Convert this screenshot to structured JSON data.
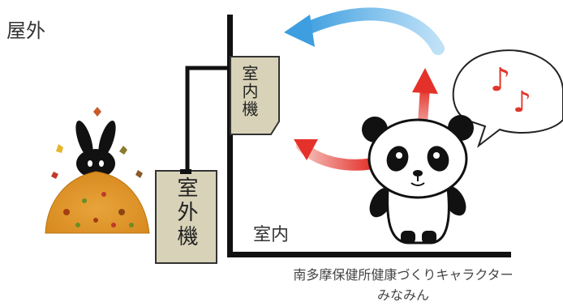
{
  "labels": {
    "outdoor": "屋外",
    "indoor": "室内",
    "indoor_unit": "室内機",
    "outdoor_unit": "室外機",
    "caption_line1": "南多摩保健所健康づくりキャラクター",
    "caption_line2": "みなみん"
  },
  "speech_bubble": {
    "notes": [
      "♪",
      "♪"
    ]
  },
  "colors": {
    "wall": "#111111",
    "unit_fill": "#d8d3b8",
    "arrow_blue": "#4aa6e0",
    "arrow_red": "#e4322b",
    "leaves": "#e8a23a"
  },
  "icons": {
    "character": "panda-icon",
    "leaf_pile": "leaf-pile-icon",
    "speech": "speech-bubble-icon"
  }
}
